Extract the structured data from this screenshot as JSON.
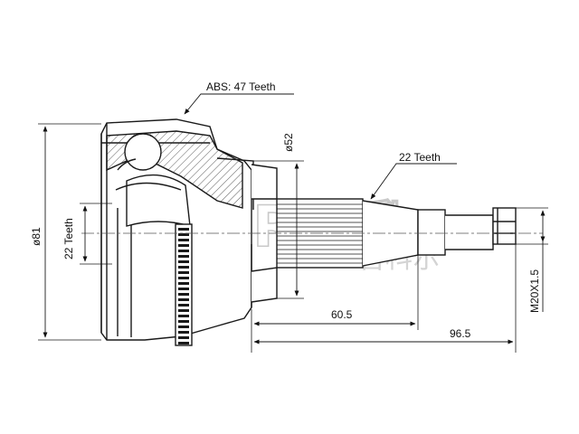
{
  "labels": {
    "abs_teeth": "ABS: 47 Teeth",
    "inner_teeth": "22 Teeth",
    "outer_teeth": "22 Teeth"
  },
  "dimensions": {
    "outer_diameter": "ø81",
    "bell_diameter": "ø52",
    "stem_length": "60.5",
    "overall_length": "96.5",
    "thread": "M20X1.5"
  },
  "watermark": {
    "brand": "GKER",
    "brand_cn": "吉科尔"
  },
  "colors": {
    "line": "#1a1a1a",
    "watermark": "#c9c9c9"
  }
}
